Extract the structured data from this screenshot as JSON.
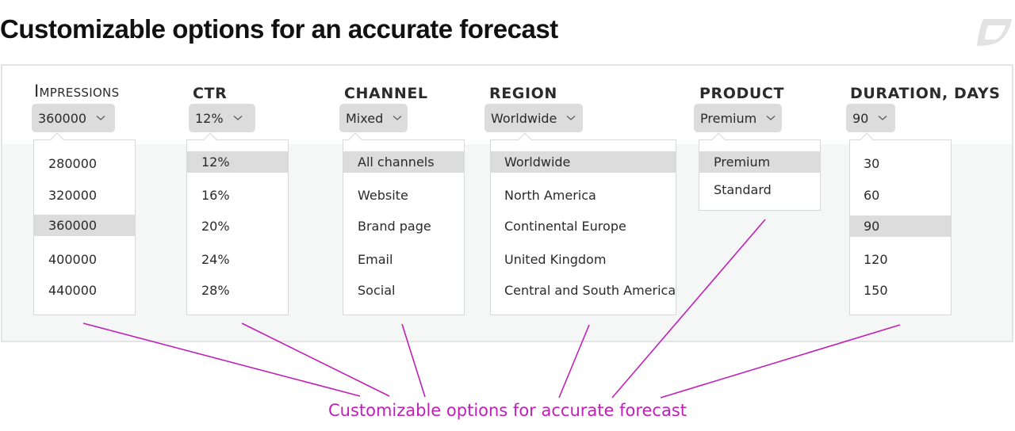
{
  "page": {
    "title": "Customizable options for an accurate forecast",
    "logo_icon": "leaf-outline-logo-icon"
  },
  "fields": [
    {
      "label": "Impressions",
      "selected": "360000",
      "options": [
        "280000",
        "320000",
        "360000",
        "400000",
        "440000"
      ],
      "highlighted_index": 2
    },
    {
      "label": "CTR",
      "selected": "12%",
      "options": [
        "12%",
        "16%",
        "20%",
        "24%",
        "28%"
      ],
      "highlighted_index": 0
    },
    {
      "label": "CHANNEL",
      "selected": "Mixed",
      "options": [
        "All channels",
        "Website",
        "Brand page",
        "Email",
        "Social"
      ],
      "highlighted_index": 0
    },
    {
      "label": "REGION",
      "selected": "Worldwide",
      "options": [
        "Worldwide",
        "North America",
        "Continental Europe",
        "United Kingdom",
        "Central and South America"
      ],
      "highlighted_index": 0
    },
    {
      "label": "PRODUCT",
      "selected": "Premium",
      "options": [
        "Premium",
        "Standard"
      ],
      "highlighted_index": 0
    },
    {
      "label": "DURATION, DAYS",
      "selected": "90",
      "options": [
        "30",
        "60",
        "90",
        "120",
        "150"
      ],
      "highlighted_index": 2
    }
  ],
  "annotation": {
    "text": "Customizable options for accurate forecast",
    "color": "#c020b8"
  },
  "colors": {
    "panel_bg": "#f5f6f6",
    "select_bg": "#dcdcdc",
    "highlight_bg": "#dcdcdc",
    "border": "#d8d8d8"
  }
}
